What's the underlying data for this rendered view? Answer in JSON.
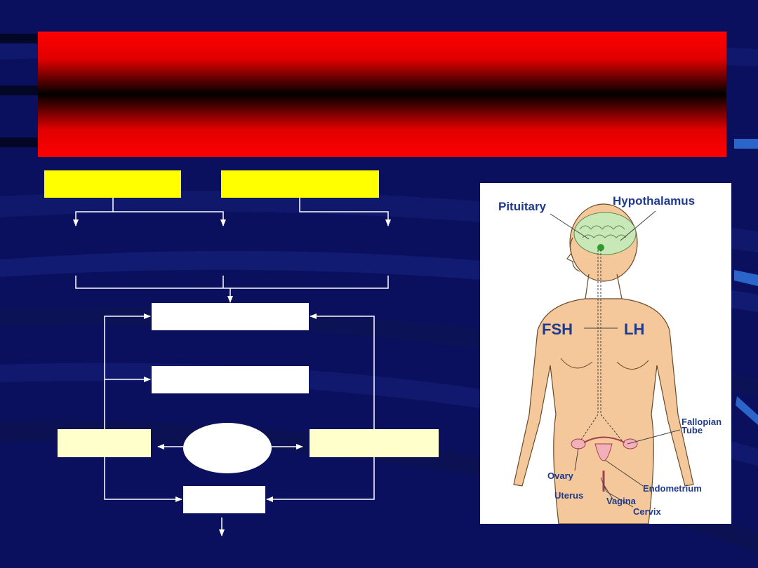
{
  "anatomy": {
    "labels": {
      "pituitary": "Pituitary",
      "hypothalamus": "Hypothalamus",
      "fsh": "FSH",
      "lh": "LH",
      "fallopian": "Fallopian",
      "tube": "Tube",
      "ovary": "Ovary",
      "endometrium": "Endometrium",
      "uterus": "Uterus",
      "vagina": "Vagina",
      "cervix": "Cervix"
    }
  },
  "colors": {
    "background": "#0a0f5e",
    "banner_red": "#ff0000",
    "yellow_box": "#ffff00",
    "cream_box": "#ffffcc",
    "label_blue": "#1f3a8c",
    "skin": "#f4c89a"
  }
}
